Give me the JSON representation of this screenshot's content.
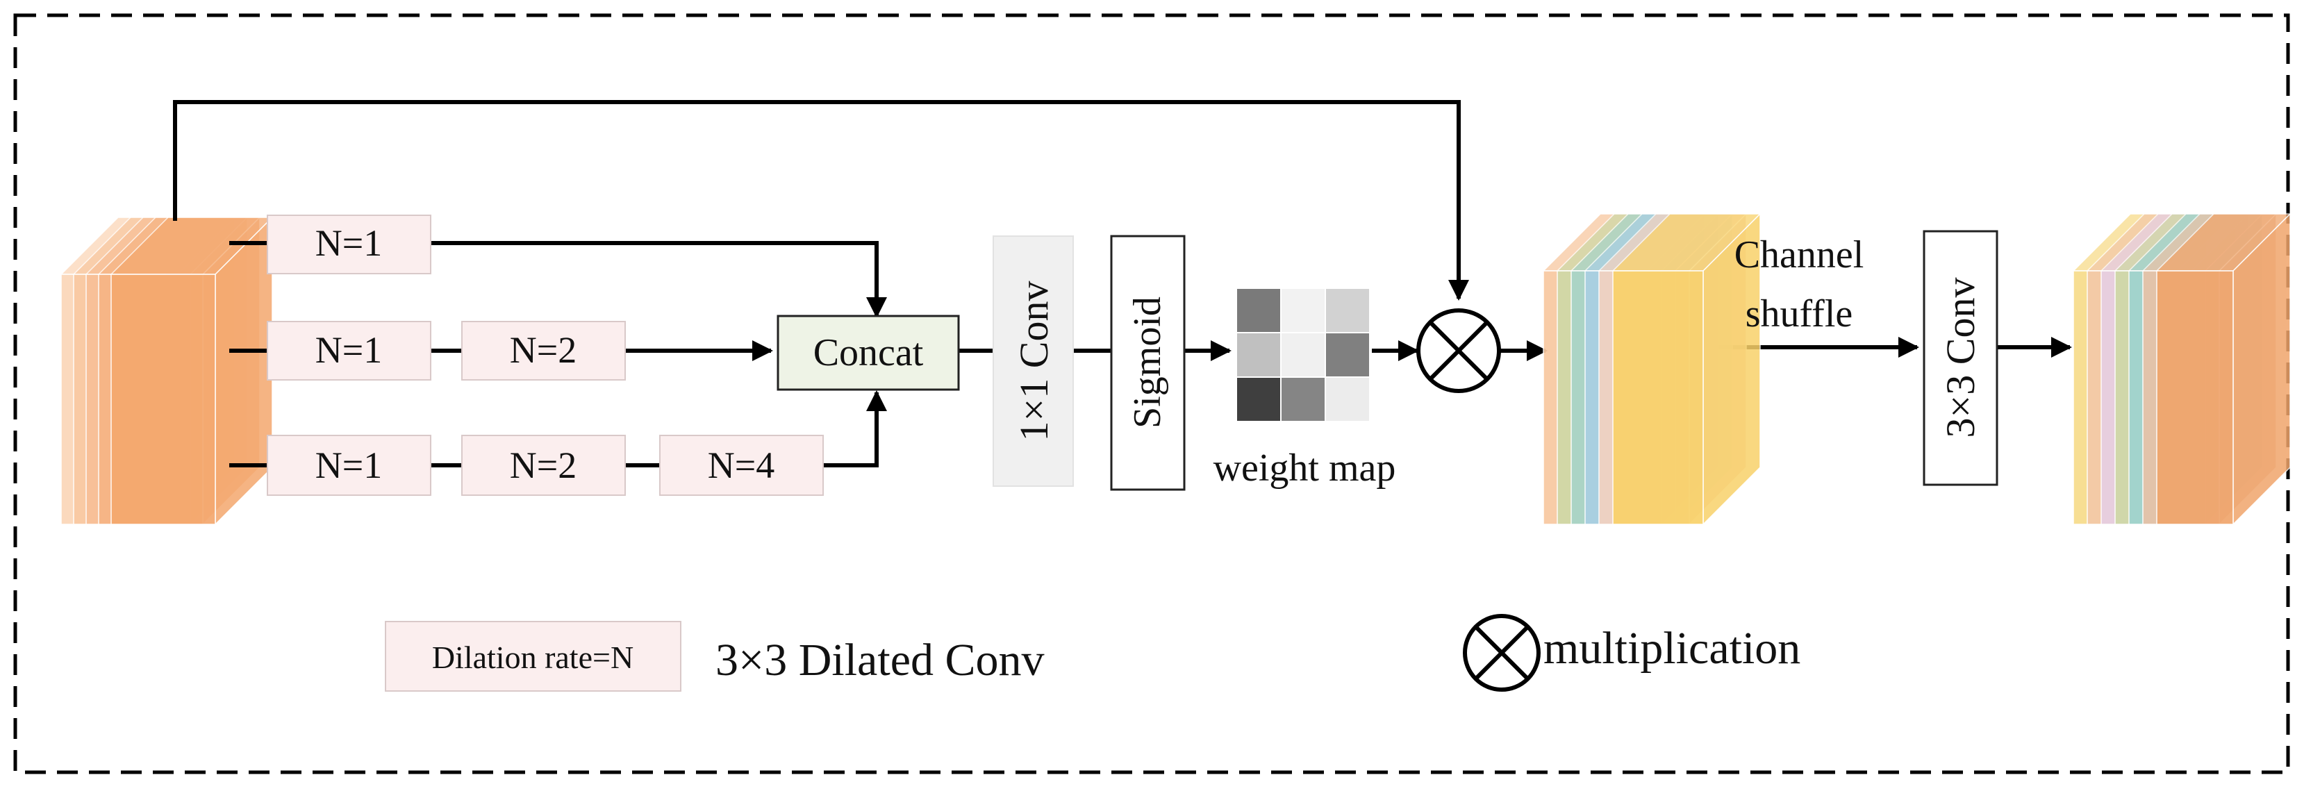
{
  "diagram": {
    "dilated_blocks": [
      {
        "id": "b1n1",
        "label": "N=1"
      },
      {
        "id": "b2n1",
        "label": "N=1"
      },
      {
        "id": "b2n2",
        "label": "N=2"
      },
      {
        "id": "b3n1",
        "label": "N=1"
      },
      {
        "id": "b3n2",
        "label": "N=2"
      },
      {
        "id": "b3n4",
        "label": "N=4"
      }
    ],
    "concat_label": "Concat",
    "conv1x1_label": "1×1 Conv",
    "sigmoid_label": "Sigmoid",
    "weight_map": {
      "label": "weight map",
      "cells": [
        [
          "#7a7a7a",
          "#f2f2f2",
          "#d2d2d2"
        ],
        [
          "#c0c0c0",
          "#f0f0f0",
          "#808080"
        ],
        [
          "#3f3f3f",
          "#858585",
          "#ececec"
        ]
      ]
    },
    "channel_shuffle_label": [
      "Channel",
      "shuffle"
    ],
    "conv3x3_label": "3×3 Conv",
    "legend": {
      "dilation_box_label": "Dilation rate=N",
      "dilation_text": "3×3 Dilated Conv",
      "multiplication_text": "multiplication"
    },
    "colors": {
      "input_stack": [
        "#fbd6b8",
        "#f9c9a2",
        "#f8c098",
        "#f6b585",
        "#f4a86e"
      ],
      "mid_stack": [
        "#f8c8a0",
        "#cfd8a6",
        "#a8d4c8",
        "#a9cfe3",
        "#f3d2c0",
        "#f9d26a"
      ],
      "out_stack": [
        "#f7dc8a",
        "#f3c9a8",
        "#e6cfe3",
        "#cfd8a6",
        "#9fd3cf",
        "#e8c2a8",
        "#f0a56c"
      ],
      "dilated_fill": "#fbeeee",
      "concat_fill": "#eef3e6",
      "conv_fill": "#f0f0f0"
    }
  }
}
